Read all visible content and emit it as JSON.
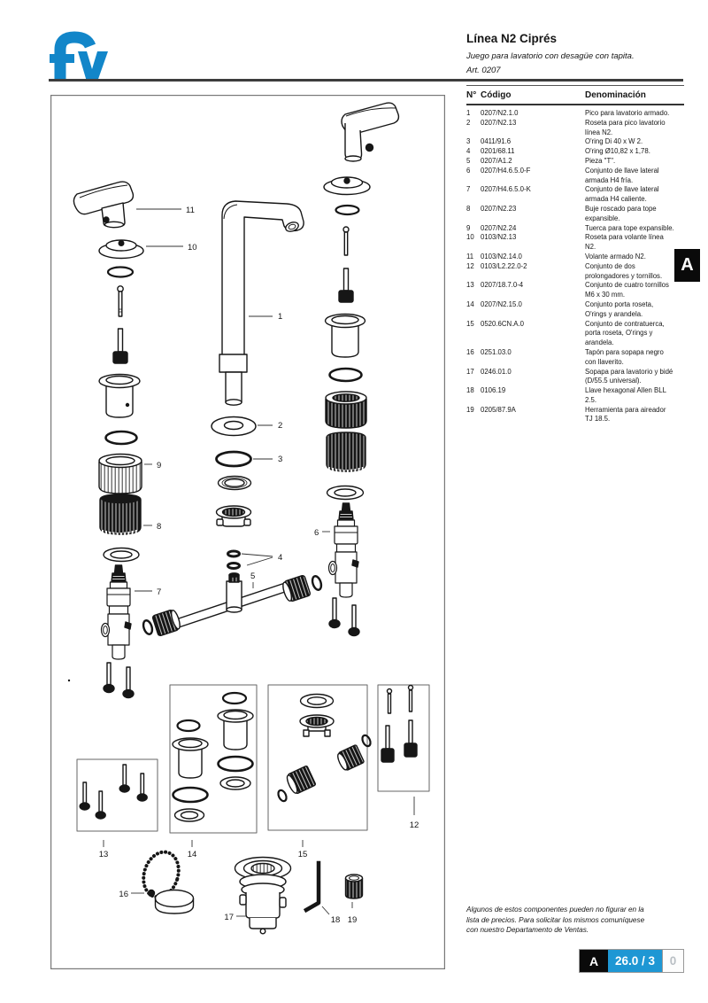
{
  "brand": {
    "logo_text": "fv"
  },
  "header": {
    "title": "Línea N2 Ciprés",
    "subtitle": "Juego para lavatorio con desagüe con tapita.",
    "article": "Art. 0207"
  },
  "side_tab": {
    "label": "A"
  },
  "table": {
    "headers": {
      "num": "N°",
      "code": "Código",
      "name": "Denominación"
    },
    "rows": [
      {
        "num": "1",
        "code": "0207/N2.1.0",
        "name": "Pico para lavatorio armado."
      },
      {
        "num": "2",
        "code": "0207/N2.13",
        "name": "Roseta para pico lavatorio línea N2."
      },
      {
        "num": "3",
        "code": "0411/91.6",
        "name": "O'ring Di 40 x W 2."
      },
      {
        "num": "4",
        "code": "0201/68.11",
        "name": "O'ring Ø10,82 x 1,78."
      },
      {
        "num": "5",
        "code": "0207/A1.2",
        "name": "Pieza \"T\"."
      },
      {
        "num": "6",
        "code": "0207/H4.6.5.0-F",
        "name": "Conjunto de llave lateral armada H4 fría."
      },
      {
        "num": "7",
        "code": "0207/H4.6.5.0-K",
        "name": "Conjunto de llave lateral armada H4 caliente."
      },
      {
        "num": "8",
        "code": "0207/N2.23",
        "name": "Buje roscado para tope expansible."
      },
      {
        "num": "9",
        "code": "0207/N2.24",
        "name": "Tuerca para tope expansible."
      },
      {
        "num": "10",
        "code": "0103/N2.13",
        "name": "Roseta para volante línea N2."
      },
      {
        "num": "11",
        "code": "0103/N2.14.0",
        "name": "Volante armado N2."
      },
      {
        "num": "12",
        "code": "0103/L2.22.0-2",
        "name": "Conjunto de dos prolongadores y tornillos."
      },
      {
        "num": "13",
        "code": "0207/18.7.0-4",
        "name": "Conjunto de cuatro tornillos M6 x 30 mm."
      },
      {
        "num": "14",
        "code": "0207/N2.15.0",
        "name": "Conjunto porta roseta, O'rings y arandela."
      },
      {
        "num": "15",
        "code": "0520.6CN.A.0",
        "name": "Conjunto de contratuerca, porta roseta, O'rings y arandela."
      },
      {
        "num": "16",
        "code": "0251.03.0",
        "name": "Tapón para sopapa negro con llaverito."
      },
      {
        "num": "17",
        "code": "0246.01.0",
        "name": "Sopapa para lavatorio y bidé (D/55.5 universal)."
      },
      {
        "num": "18",
        "code": "0106.19",
        "name": "Llave hexagonal Allen BLL 2.5."
      },
      {
        "num": "19",
        "code": "0205/87.9A",
        "name": "Herramienta para aireador TJ 18.5."
      }
    ]
  },
  "diagram": {
    "callouts": [
      {
        "label": "1"
      },
      {
        "label": "2"
      },
      {
        "label": "3"
      },
      {
        "label": "4"
      },
      {
        "label": "5"
      },
      {
        "label": "6"
      },
      {
        "label": "7"
      },
      {
        "label": "8"
      },
      {
        "label": "9"
      },
      {
        "label": "10"
      },
      {
        "label": "11"
      },
      {
        "label": "12"
      },
      {
        "label": "13"
      },
      {
        "label": "14"
      },
      {
        "label": "15"
      },
      {
        "label": "16"
      },
      {
        "label": "17"
      },
      {
        "label": "18"
      },
      {
        "label": "19"
      }
    ]
  },
  "footer": {
    "note": "Algunos de estos componentes pueden no figurar en la lista de precios. Para solicitar los mismos comuníquese con nuestro Departamento de Ventas.",
    "badge": {
      "section": "A",
      "page": "26.0 / 3",
      "extra": "0"
    }
  },
  "colors": {
    "brand_blue": "#1286C9",
    "badge_blue": "#1E97D4"
  }
}
